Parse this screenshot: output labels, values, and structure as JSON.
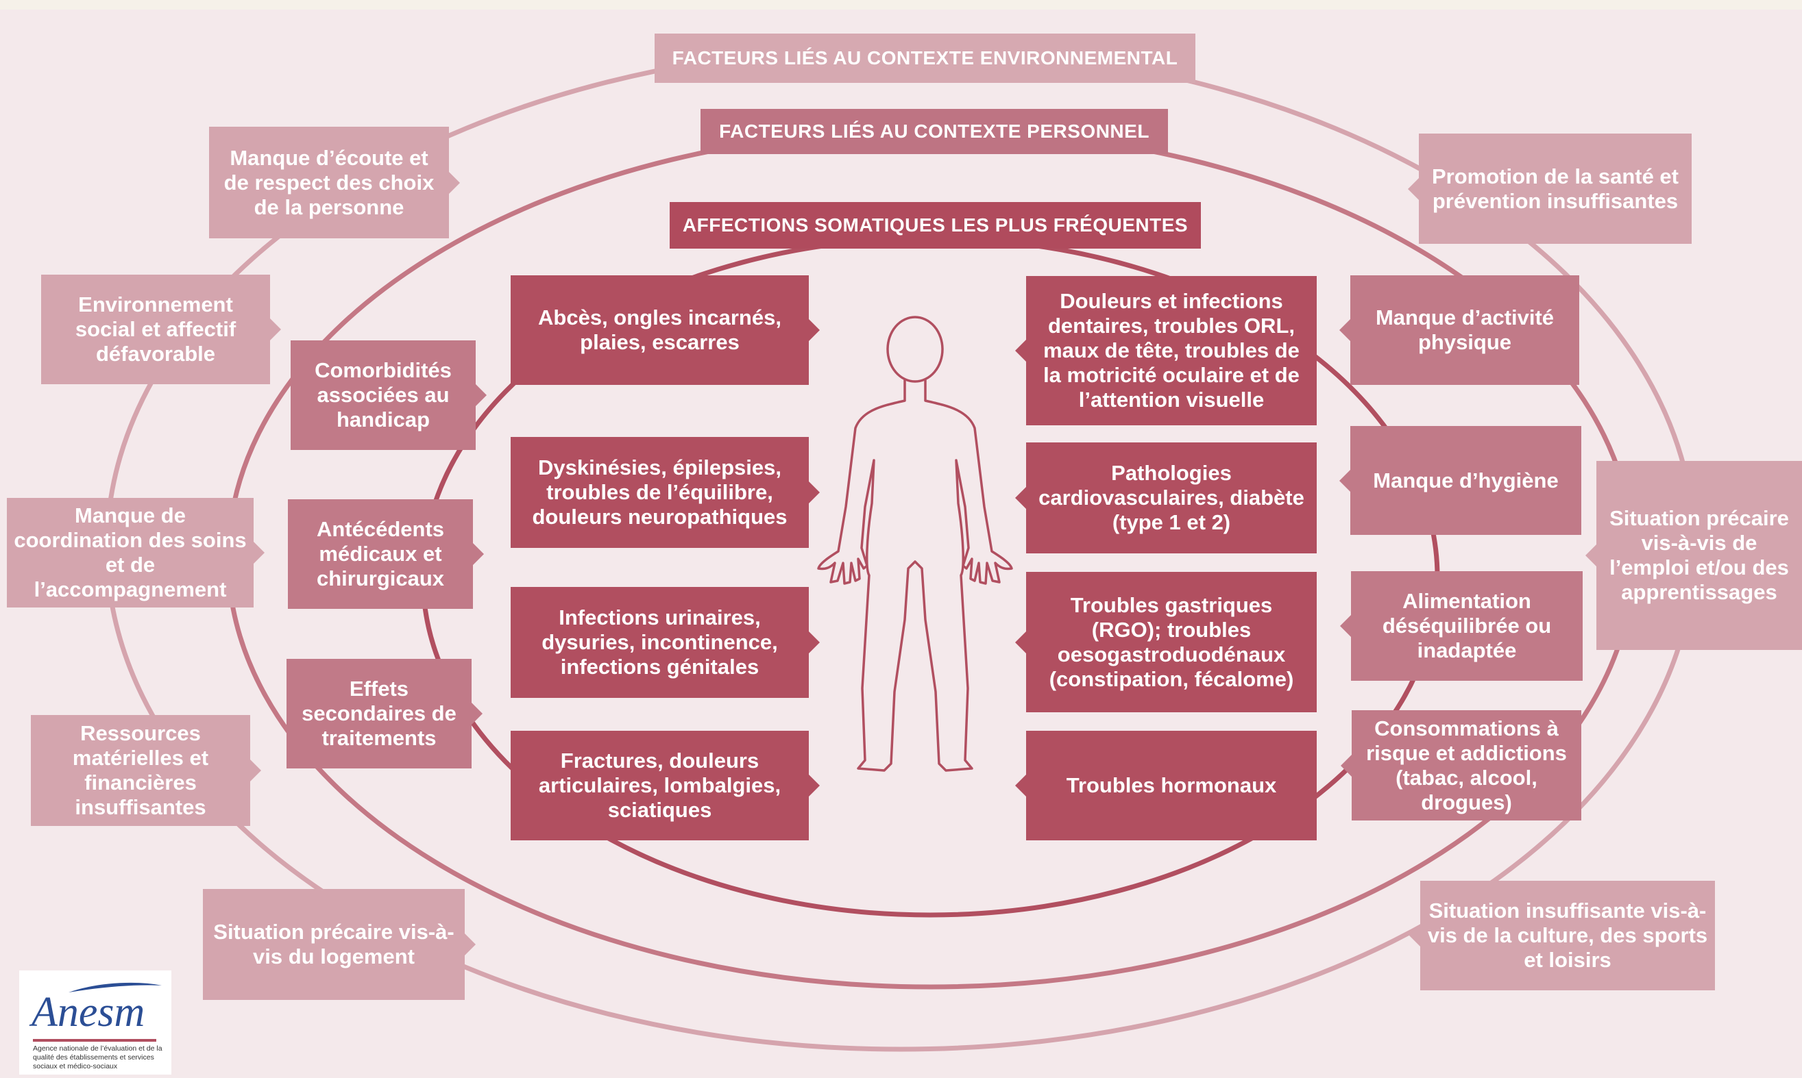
{
  "headers": {
    "environmental": "FACTEURS LIÉS AU CONTEXTE ENVIRONNEMENTAL",
    "personal": "FACTEURS LIÉS AU CONTEXTE PERSONNEL",
    "somatic": "AFFECTIONS SOMATIQUES LES PLUS FRÉQUENTES"
  },
  "environmental_factors": [
    "Manque d’écoute et de respect des choix de la personne",
    "Environnement social et affectif défavorable",
    "Manque de coordination des soins et de l’accompagnement",
    "Ressources matérielles et financières insuffisantes",
    "Situation précaire vis-à-vis du logement",
    "Promotion de la santé et prévention insuffisantes",
    "Situation précaire vis-à-vis de l’emploi et/ou des apprentissages",
    "Situation insuffisante vis-à-vis de la culture, des sports et loisirs"
  ],
  "personal_factors": [
    "Comorbidités associées au handicap",
    "Antécédents médicaux et chirurgicaux",
    "Effets secondaires de traitements",
    "Manque d’activité physique",
    "Manque d’hygiène",
    "Alimentation déséquilibrée ou inadaptée",
    "Consommations à risque et addictions (tabac, alcool, drogues)"
  ],
  "somatic_affections": [
    "Abcès, ongles incarnés, plaies, escarres",
    "Dyskinésies, épilepsies, troubles de l’équilibre, douleurs neuropathiques",
    "Infections urinaires, dysuries, incontinence, infections génitales",
    "Fractures, douleurs articulaires, lombalgies, sciatiques",
    "Douleurs et infections dentaires, troubles ORL, maux de tête, troubles de la motricité oculaire et de l’attention visuelle",
    "Pathologies cardiovasculaires, diabète (type 1 et 2)",
    "Troubles gastriques (RGO); troubles oesogastroduodénaux (constipation, fécalome)",
    "Troubles hormonaux"
  ],
  "logo": {
    "name": "Anesm",
    "tagline": "Agence nationale de l’évaluation et de la qualité des établissements et services sociaux et médico-sociaux"
  },
  "colors": {
    "background": "#f4e9eb",
    "environmental": "#d4a5ae",
    "personal": "#c17a88",
    "somatic": "#b14f60",
    "logo_blue": "#2b4e95"
  },
  "icons": [
    "human-body-outline-icon"
  ]
}
